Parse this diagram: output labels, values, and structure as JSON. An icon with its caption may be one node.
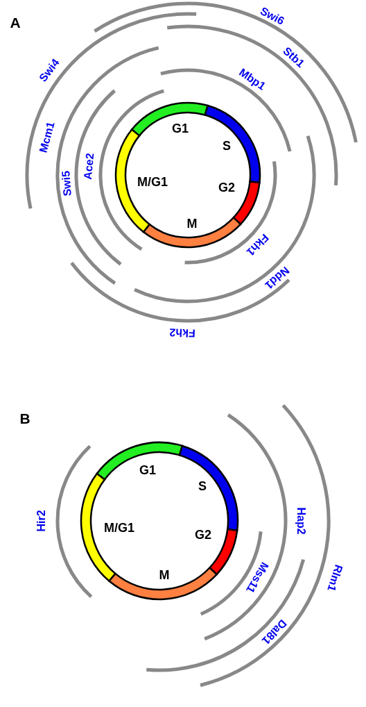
{
  "diagram": {
    "labels": [
      "A",
      "G1",
      "S",
      "G2",
      "M",
      "M/G1",
      "Swi6",
      "Stb1",
      "Swi4",
      "Mbp1",
      "Mcm1",
      "Ace2",
      "Swi5",
      "Fkh1",
      "Ndd1",
      "Fkh2",
      "B",
      "G1",
      "S",
      "G2",
      "M",
      "M/G1",
      "Hir2",
      "Hap2",
      "Mss11",
      "Rlm1",
      "Dal81"
    ]
  }
}
